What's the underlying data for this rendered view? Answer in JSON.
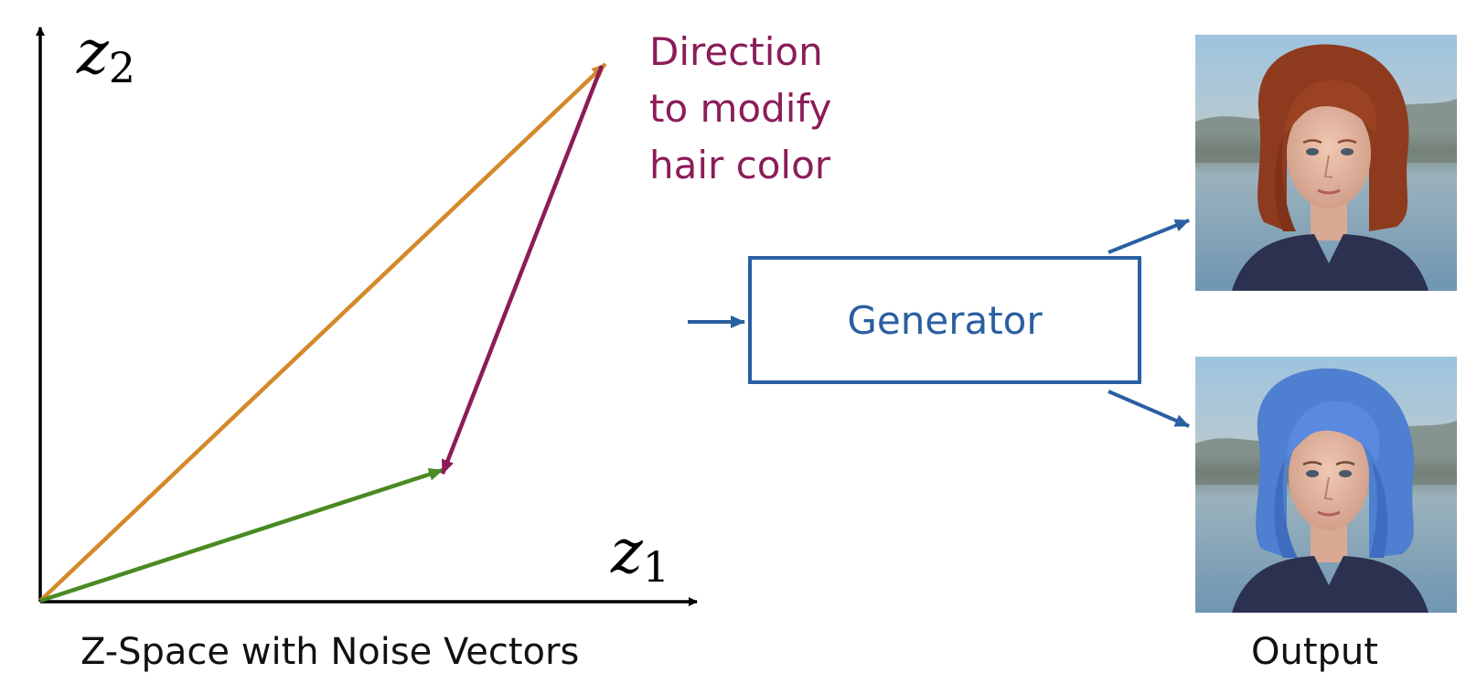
{
  "axes": {
    "y_label_var": "z",
    "y_label_sub": "2",
    "x_label_var": "z",
    "x_label_sub": "1"
  },
  "direction_label": {
    "lines": [
      "Direction",
      "to modify",
      "hair color"
    ]
  },
  "generator": {
    "label": "Generator"
  },
  "captions": {
    "zspace": "Z-Space with Noise Vectors",
    "output": "Output"
  },
  "colors": {
    "axis": "#000000",
    "orange_vector": "#d4892a",
    "green_vector": "#4a8a22",
    "purple_vector": "#8b1c5a",
    "generator_blue": "#2a5fa0",
    "red_hair": "#8e3a1e",
    "blue_hair": "#4f7fd0"
  },
  "icons": {
    "top_output": "portrait-red-hair-icon",
    "bottom_output": "portrait-blue-hair-icon"
  }
}
